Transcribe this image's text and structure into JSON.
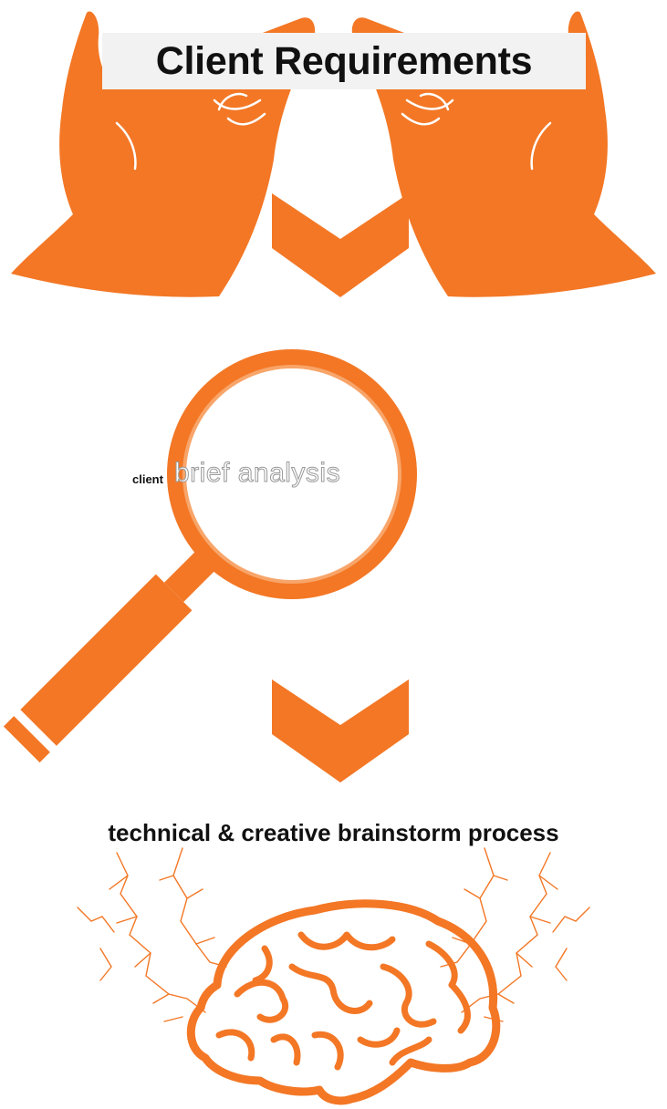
{
  "colors": {
    "accent": "#f37725",
    "text": "#111111",
    "title_bg": "#f2f2f2",
    "lens_light": "#f8a56a"
  },
  "step1": {
    "title": "Client Requirements",
    "icon": "hands-icon"
  },
  "step2": {
    "small_label": "client",
    "lens_text": "brief analysis",
    "icon": "magnifying-glass-icon"
  },
  "step3": {
    "title": "technical & creative brainstorm process",
    "icon": "brain-icon"
  },
  "arrows": [
    "chevron-down-icon",
    "chevron-down-icon"
  ]
}
